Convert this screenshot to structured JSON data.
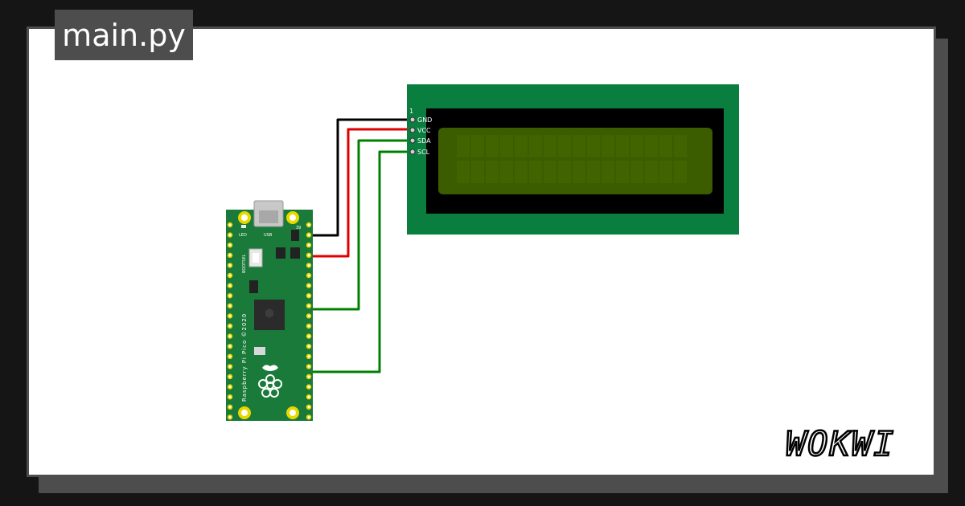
{
  "tab": {
    "filename": "main.py"
  },
  "lcd": {
    "pin_number": "1",
    "pins": [
      "GND",
      "VCC",
      "SDA",
      "SCL"
    ]
  },
  "pico": {
    "label_led": "LED",
    "label_usb": "USB",
    "label_bootsel": "BOOTSEL",
    "board_text": "Raspberry Pi Pico ©2020",
    "pin_label": "39"
  },
  "wires": [
    {
      "from": "GND",
      "color": "#000000"
    },
    {
      "from": "VCC",
      "color": "#e00000"
    },
    {
      "from": "SDA",
      "color": "#008000"
    },
    {
      "from": "SCL",
      "color": "#008000"
    }
  ],
  "brand": {
    "logo": "WOKWI"
  },
  "colors": {
    "lcd_pcb": "#0a7e3f",
    "lcd_bezel": "#000000",
    "lcd_screen": "#3c5c00",
    "pico_pcb": "#1a7a3a",
    "pad_gold": "#e8d800"
  }
}
